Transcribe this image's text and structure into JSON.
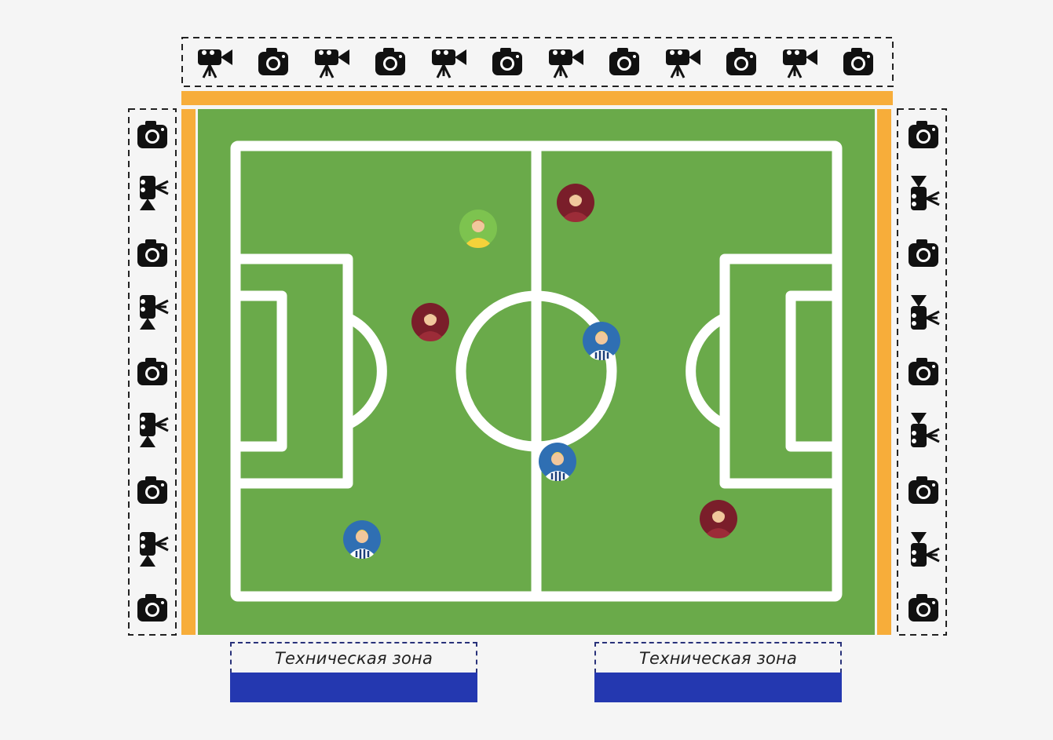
{
  "colors": {
    "background": "#f5f5f5",
    "pitch_green": "#6aaa4a",
    "line_white": "#ffffff",
    "track_orange": "#f7ad3a",
    "zone_blue": "#2438b0",
    "icon_black": "#111111",
    "team_red": "#7a1e2a",
    "team_blue": "#2f6fb3",
    "referee_green": "#7dc34f"
  },
  "camera_rows": {
    "top": [
      "video-camera-icon",
      "photo-camera-icon",
      "video-camera-icon",
      "photo-camera-icon",
      "video-camera-icon",
      "photo-camera-icon",
      "video-camera-icon",
      "photo-camera-icon",
      "video-camera-icon",
      "photo-camera-icon",
      "video-camera-icon",
      "photo-camera-icon"
    ],
    "left": [
      "photo-camera-icon",
      "video-camera-icon",
      "photo-camera-icon",
      "video-camera-icon",
      "photo-camera-icon",
      "video-camera-icon",
      "photo-camera-icon",
      "video-camera-icon",
      "photo-camera-icon"
    ],
    "right": [
      "photo-camera-icon",
      "video-camera-icon",
      "photo-camera-icon",
      "video-camera-icon",
      "photo-camera-icon",
      "video-camera-icon",
      "photo-camera-icon",
      "video-camera-icon",
      "photo-camera-icon"
    ]
  },
  "players": [
    {
      "team": "referee",
      "icon": "referee-avatar-icon"
    },
    {
      "team": "red",
      "icon": "red-player-avatar-icon"
    },
    {
      "team": "red",
      "icon": "red-player-avatar-icon"
    },
    {
      "team": "blue",
      "icon": "blue-player-avatar-icon"
    },
    {
      "team": "blue",
      "icon": "blue-player-avatar-icon"
    },
    {
      "team": "red",
      "icon": "red-player-avatar-icon"
    },
    {
      "team": "blue",
      "icon": "blue-player-avatar-icon"
    }
  ],
  "technical_zones": [
    {
      "label": "Техническая зона"
    },
    {
      "label": "Техническая зона"
    }
  ]
}
